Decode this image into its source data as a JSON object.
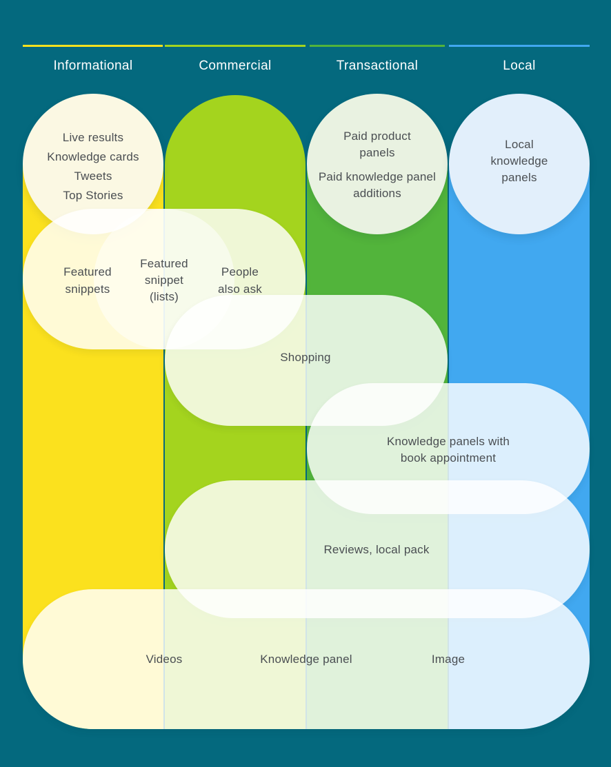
{
  "colors": {
    "background": "#04697E",
    "informational": "#FBE11E",
    "commercial": "#A4D41E",
    "transactional": "#52B43B",
    "local": "#41A8F0",
    "bubble_cream": "#FBF8E3",
    "bubble_light_green": "#E9F2E1",
    "bubble_light_blue": "#E2EFFB",
    "text_dark": "#4A4E52",
    "text_light": "#FFFFFF"
  },
  "columns": [
    {
      "label": "Informational"
    },
    {
      "label": "Commercial"
    },
    {
      "label": "Transactional"
    },
    {
      "label": "Local"
    }
  ],
  "bubbles": {
    "informational_top": {
      "lines": [
        "Live results",
        "Knowledge cards",
        "Tweets",
        "Top Stories"
      ]
    },
    "transactional_top": {
      "lines": [
        "Paid product panels",
        "Paid knowledge panel additions"
      ]
    },
    "local_top": {
      "label": "Local knowledge panels"
    },
    "featured_snippets": {
      "label": "Featured snippets"
    },
    "featured_snippet_lists": {
      "label": "Featured snippet (lists)"
    },
    "people_also_ask": {
      "label": "People also ask"
    },
    "shopping": {
      "label": "Shopping"
    },
    "knowledge_panels_book_appointment": {
      "label": "Knowledge panels with book appointment"
    },
    "reviews_local_pack": {
      "label": "Reviews, local pack"
    },
    "videos": {
      "label": "Videos"
    },
    "knowledge_panel": {
      "label": "Knowledge panel"
    },
    "image": {
      "label": "Image"
    }
  }
}
